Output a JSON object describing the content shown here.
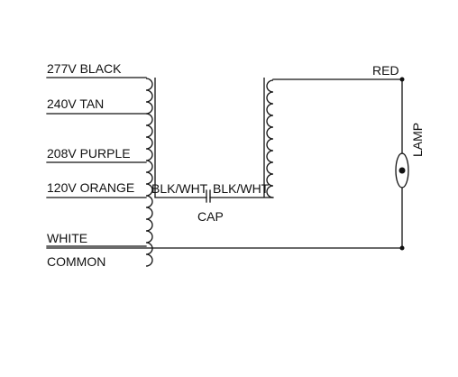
{
  "labels": {
    "tap_277": "277V BLACK",
    "tap_240": "240V TAN",
    "tap_208": "208V PURPLE",
    "tap_120": "120V ORANGE",
    "white": "WHITE",
    "common": "COMMON",
    "blk_wht_left": "BLK/WHT",
    "blk_wht_right": "BLK/WHT",
    "cap": "CAP",
    "red": "RED",
    "lamp": "LAMP"
  }
}
